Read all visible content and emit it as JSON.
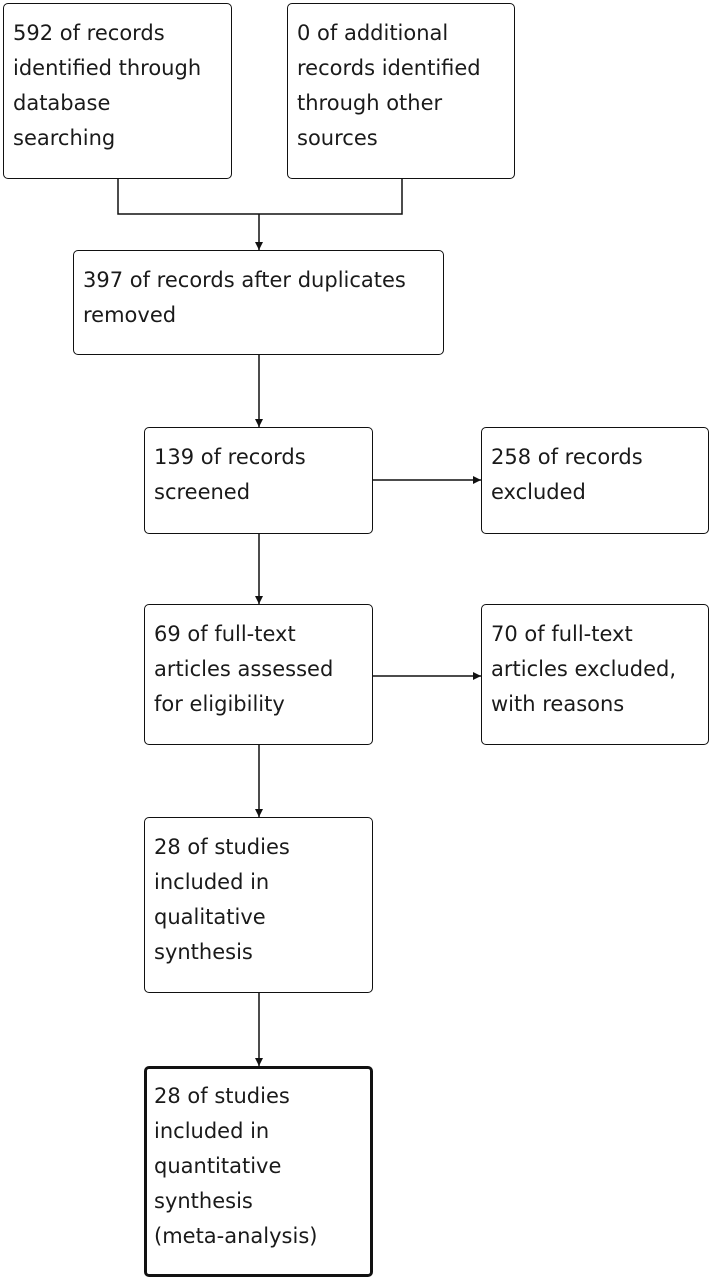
{
  "flow": {
    "identified_database": {
      "lines": [
        "592 of records",
        "identified through",
        "database",
        "searching"
      ]
    },
    "identified_other": {
      "lines": [
        "0 of additional",
        "records identified",
        "through other",
        "sources"
      ]
    },
    "after_duplicates": {
      "lines": [
        "397 of records after duplicates",
        "removed"
      ]
    },
    "screened": {
      "lines": [
        "139 of records",
        "screened"
      ]
    },
    "excluded": {
      "lines": [
        "258 of records",
        "excluded"
      ]
    },
    "fulltext_assessed": {
      "lines": [
        "69 of full-text",
        "articles assessed",
        "for eligibility"
      ]
    },
    "fulltext_excluded": {
      "lines": [
        "70 of full-text",
        "articles excluded,",
        "with reasons"
      ]
    },
    "qualitative": {
      "lines": [
        "28 of studies",
        "included in",
        "qualitative",
        "synthesis"
      ]
    },
    "quantitative": {
      "lines": [
        "28 of studies",
        "included in",
        "quantitative",
        "synthesis",
        "(meta-analysis)"
      ]
    }
  },
  "colors": {
    "stroke": "#111111",
    "text": "#1a1a1a",
    "background": "#ffffff"
  }
}
